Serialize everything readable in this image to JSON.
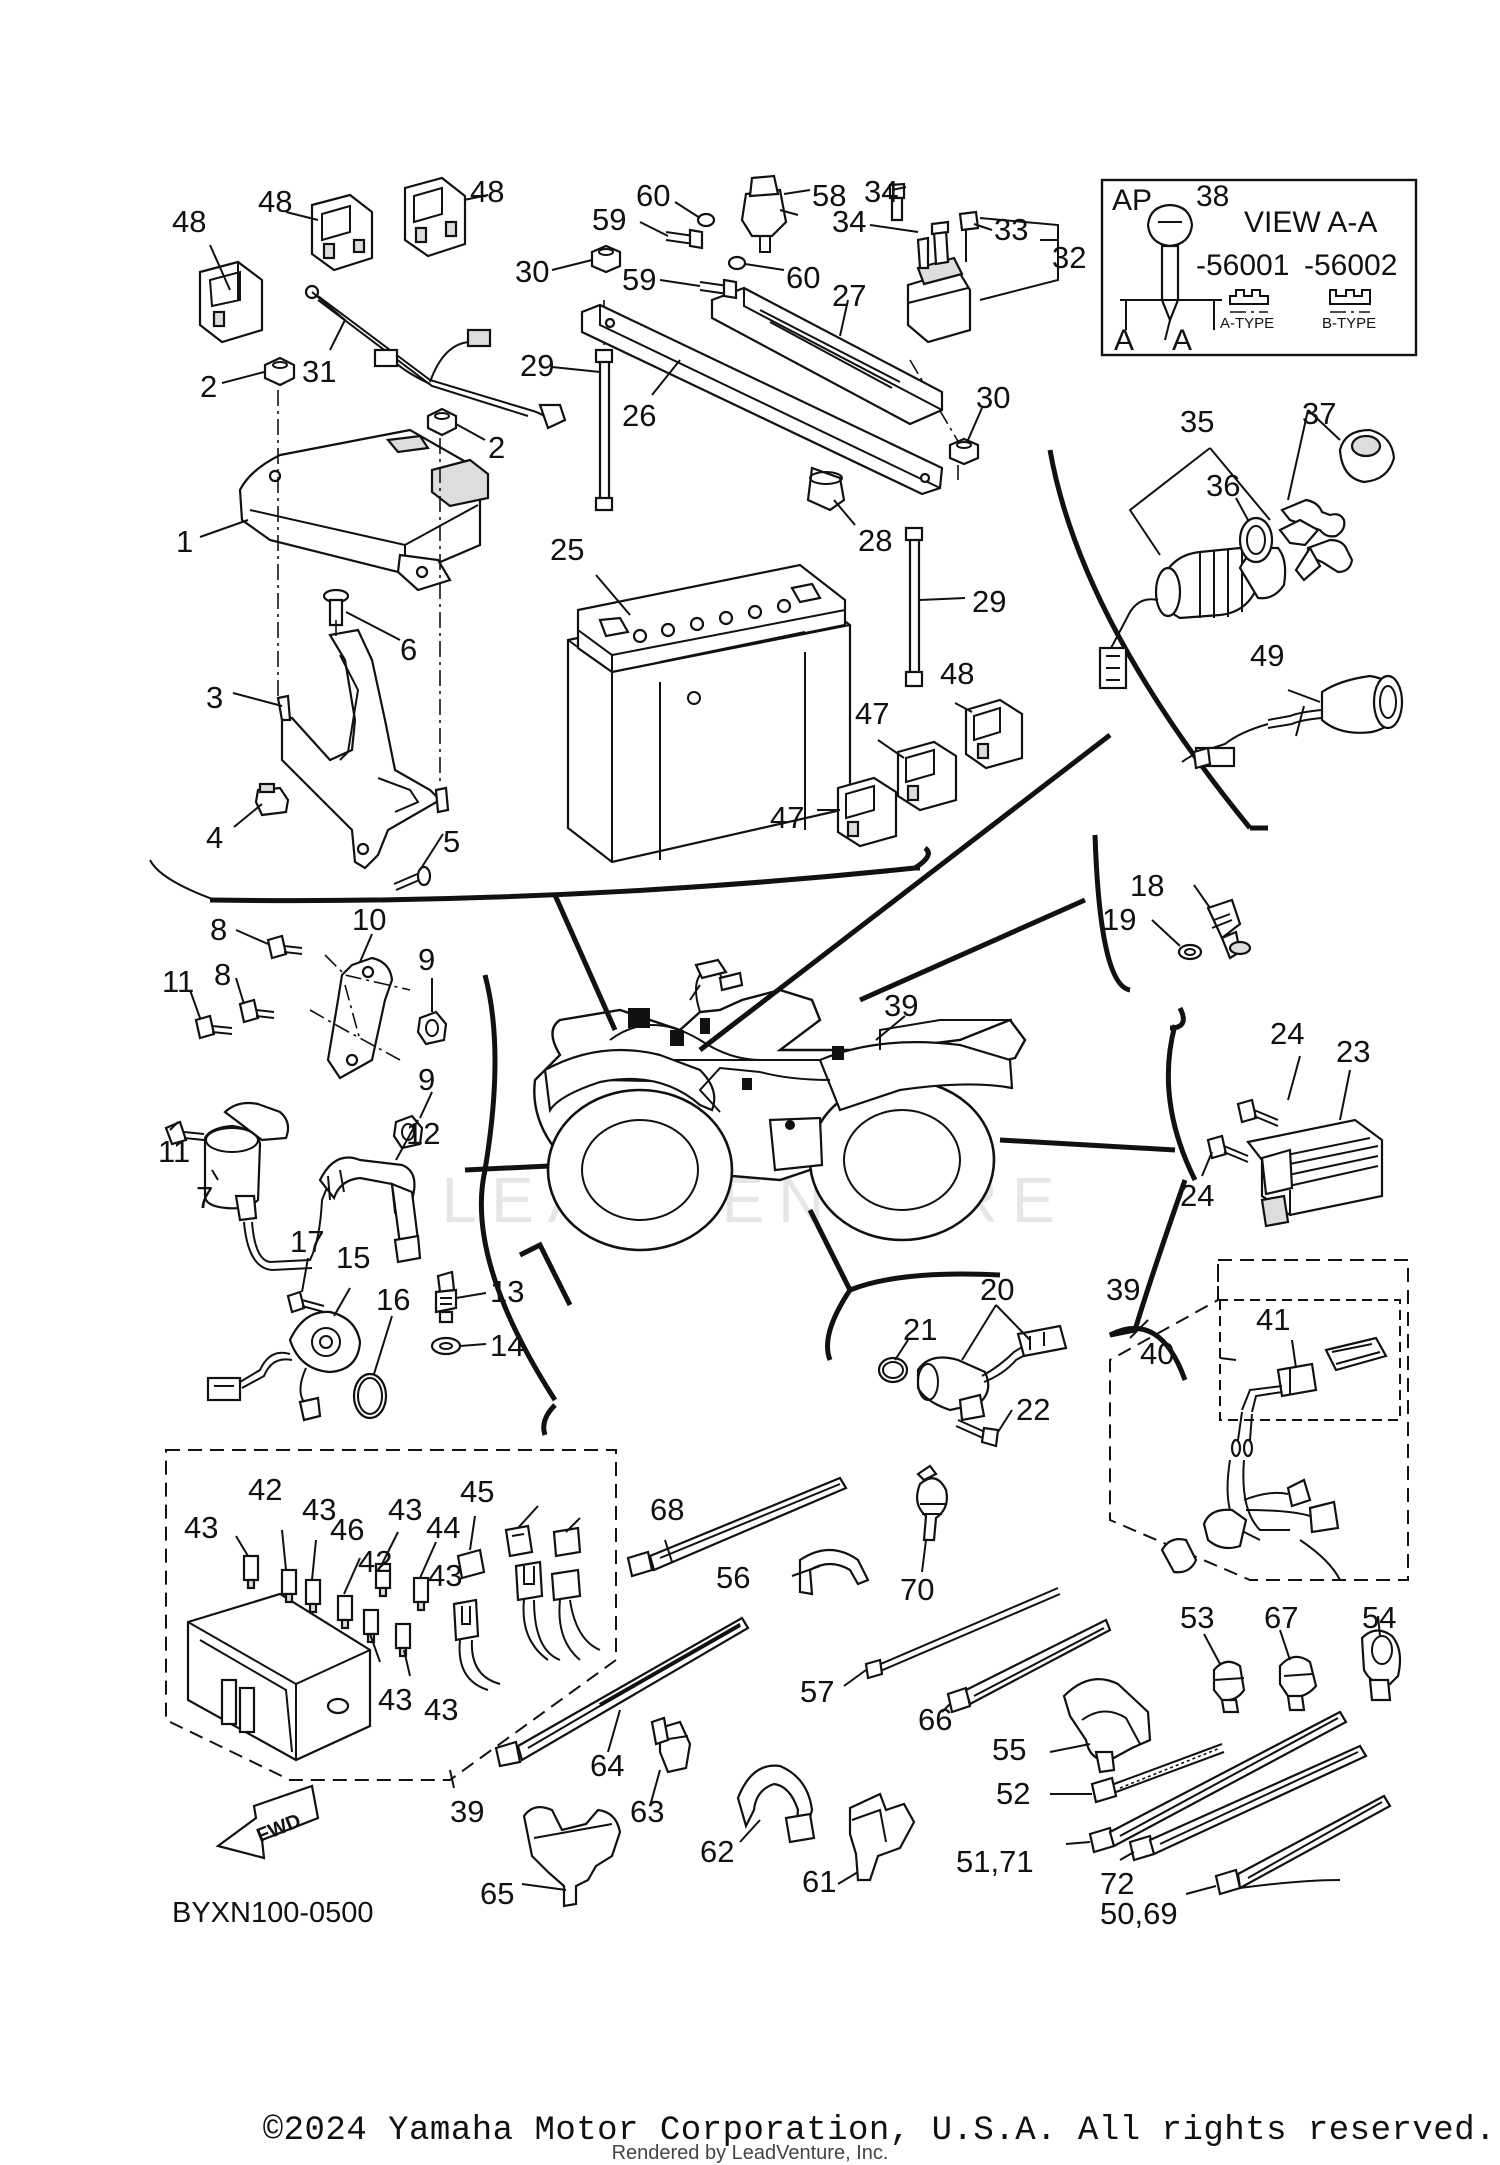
{
  "diagram_code": "BYXN100-0500",
  "view": {
    "code": "AP",
    "part_no": "38",
    "title": "VIEW A-A",
    "variant_1": "-56001",
    "variant_2": "-56002",
    "type_1": "A-TYPE",
    "type_2": "B-TYPE",
    "section_mark": "A"
  },
  "fwd_label": "FWD",
  "watermark": "LEADVENTURE",
  "copyright": "©2024 Yamaha Motor Corporation, U.S.A. All rights reserved.",
  "rendered_by": "Rendered by LeadVenture, Inc.",
  "callouts": [
    {
      "label": "48"
    },
    {
      "label": "48"
    },
    {
      "label": "48"
    },
    {
      "label": "2"
    },
    {
      "label": "31"
    },
    {
      "label": "2"
    },
    {
      "label": "1"
    },
    {
      "label": "6"
    },
    {
      "label": "3"
    },
    {
      "label": "4"
    },
    {
      "label": "5"
    },
    {
      "label": "60"
    },
    {
      "label": "58"
    },
    {
      "label": "59"
    },
    {
      "label": "30"
    },
    {
      "label": "59"
    },
    {
      "label": "60"
    },
    {
      "label": "27"
    },
    {
      "label": "29"
    },
    {
      "label": "26"
    },
    {
      "label": "30"
    },
    {
      "label": "28"
    },
    {
      "label": "25"
    },
    {
      "label": "29"
    },
    {
      "label": "48"
    },
    {
      "label": "47"
    },
    {
      "label": "47"
    },
    {
      "label": "34"
    },
    {
      "label": "34"
    },
    {
      "label": "33"
    },
    {
      "label": "32"
    },
    {
      "label": "35"
    },
    {
      "label": "37"
    },
    {
      "label": "36"
    },
    {
      "label": "49"
    },
    {
      "label": "18"
    },
    {
      "label": "19"
    },
    {
      "label": "8"
    },
    {
      "label": "10"
    },
    {
      "label": "8"
    },
    {
      "label": "11"
    },
    {
      "label": "9"
    },
    {
      "label": "9"
    },
    {
      "label": "11"
    },
    {
      "label": "12"
    },
    {
      "label": "7"
    },
    {
      "label": "39"
    },
    {
      "label": "24"
    },
    {
      "label": "23"
    },
    {
      "label": "24"
    },
    {
      "label": "17"
    },
    {
      "label": "15"
    },
    {
      "label": "16"
    },
    {
      "label": "13"
    },
    {
      "label": "14"
    },
    {
      "label": "20"
    },
    {
      "label": "21"
    },
    {
      "label": "22"
    },
    {
      "label": "39"
    },
    {
      "label": "41"
    },
    {
      "label": "40"
    },
    {
      "label": "43"
    },
    {
      "label": "42"
    },
    {
      "label": "43"
    },
    {
      "label": "46"
    },
    {
      "label": "44"
    },
    {
      "label": "45"
    },
    {
      "label": "43"
    },
    {
      "label": "42"
    },
    {
      "label": "43"
    },
    {
      "label": "43"
    },
    {
      "label": "43"
    },
    {
      "label": "39"
    },
    {
      "label": "68"
    },
    {
      "label": "56"
    },
    {
      "label": "70"
    },
    {
      "label": "57"
    },
    {
      "label": "66"
    },
    {
      "label": "53"
    },
    {
      "label": "67"
    },
    {
      "label": "54"
    },
    {
      "label": "55"
    },
    {
      "label": "64"
    },
    {
      "label": "63"
    },
    {
      "label": "62"
    },
    {
      "label": "61"
    },
    {
      "label": "65"
    },
    {
      "label": "52"
    },
    {
      "label": "51,71"
    },
    {
      "label": "72"
    },
    {
      "label": "50,69"
    }
  ]
}
